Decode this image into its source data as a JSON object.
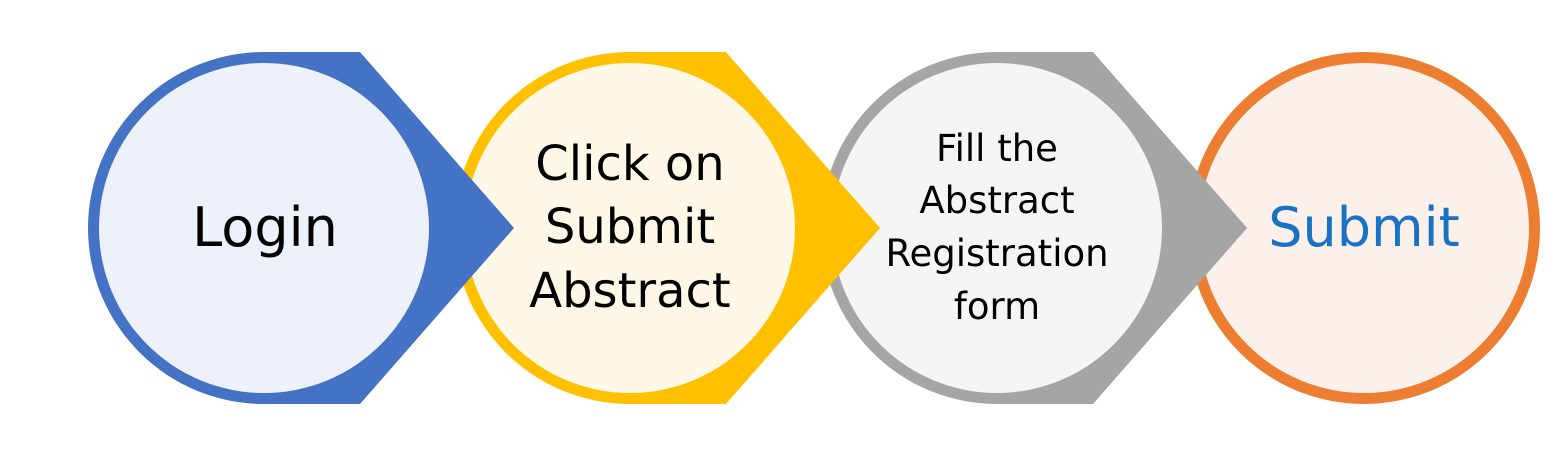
{
  "process": {
    "steps": [
      {
        "label": "Login",
        "ring_color": "#4472c4",
        "fill_color": "#ecf1fa",
        "text_color": "#000000"
      },
      {
        "label": "Click on\nSubmit\nAbstract",
        "ring_color": "#ffc000",
        "fill_color": "#fff8e6",
        "text_color": "#000000"
      },
      {
        "label": "Fill the\nAbstract\nRegistration\nform",
        "ring_color": "#a5a5a5",
        "fill_color": "#f5f5f5",
        "text_color": "#000000"
      },
      {
        "label": "Submit",
        "ring_color": "#ed7d31",
        "fill_color": "#fcf0ea",
        "text_color": "#1a72c4"
      }
    ]
  }
}
